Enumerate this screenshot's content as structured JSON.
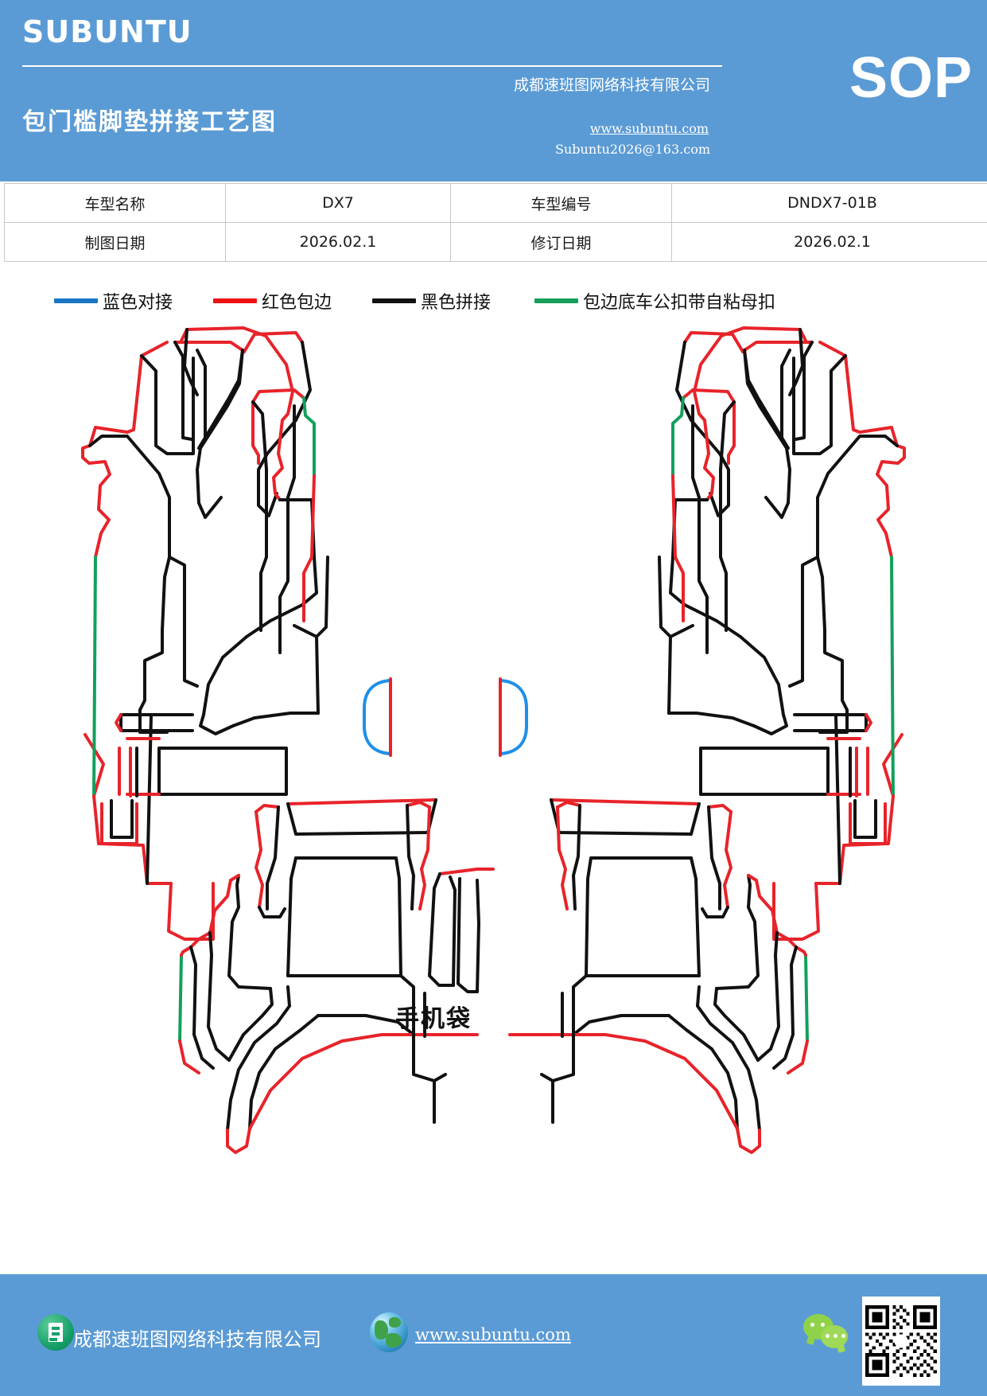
{
  "header": {
    "brand": "SUBUNTU",
    "doc_title": "包门槛脚垫拼接工艺图",
    "company": "成都速班图网络科技有限公司",
    "website": "www.subuntu.com",
    "email": "Subuntu2026@163.com",
    "doc_type": "SOP",
    "bg_color": "#5b9bd5"
  },
  "info_table": {
    "rows": [
      {
        "label1": "车型名称",
        "value1": "DX7",
        "label2": "车型编号",
        "value2": "DNDX7-01B"
      },
      {
        "label1": "制图日期",
        "value1": "2026.02.1",
        "label2": "修订日期",
        "value2": "2026.02.1"
      }
    ]
  },
  "legend": {
    "items": [
      {
        "label": "蓝色对接",
        "color": "#1b74c4"
      },
      {
        "label": "红色包边",
        "color": "#ee1111"
      },
      {
        "label": "黑色拼接",
        "color": "#111111"
      },
      {
        "label": "包边底车公扣带自粘母扣",
        "color": "#14a05a"
      }
    ]
  },
  "drawing": {
    "pocket_label": "手机袋",
    "colors": {
      "black": "#111111",
      "red": "#e8232a",
      "green": "#12a05c",
      "blue": "#1f8fe8"
    }
  },
  "footer": {
    "company": "成都速班图网络科技有限公司",
    "website": "www.subuntu.com",
    "bg_color": "#5b9bd5"
  }
}
